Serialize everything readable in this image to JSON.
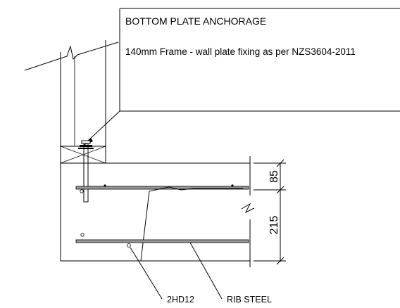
{
  "title_block": {
    "title": "BOTTOM PLATE ANCHORAGE",
    "note": "140mm Frame - wall plate fixing as per NZS3604-2011"
  },
  "dimensions": {
    "top": "85",
    "bottom": "215"
  },
  "callouts": {
    "bar": "2HD12",
    "rib": "RIB STEEL"
  }
}
